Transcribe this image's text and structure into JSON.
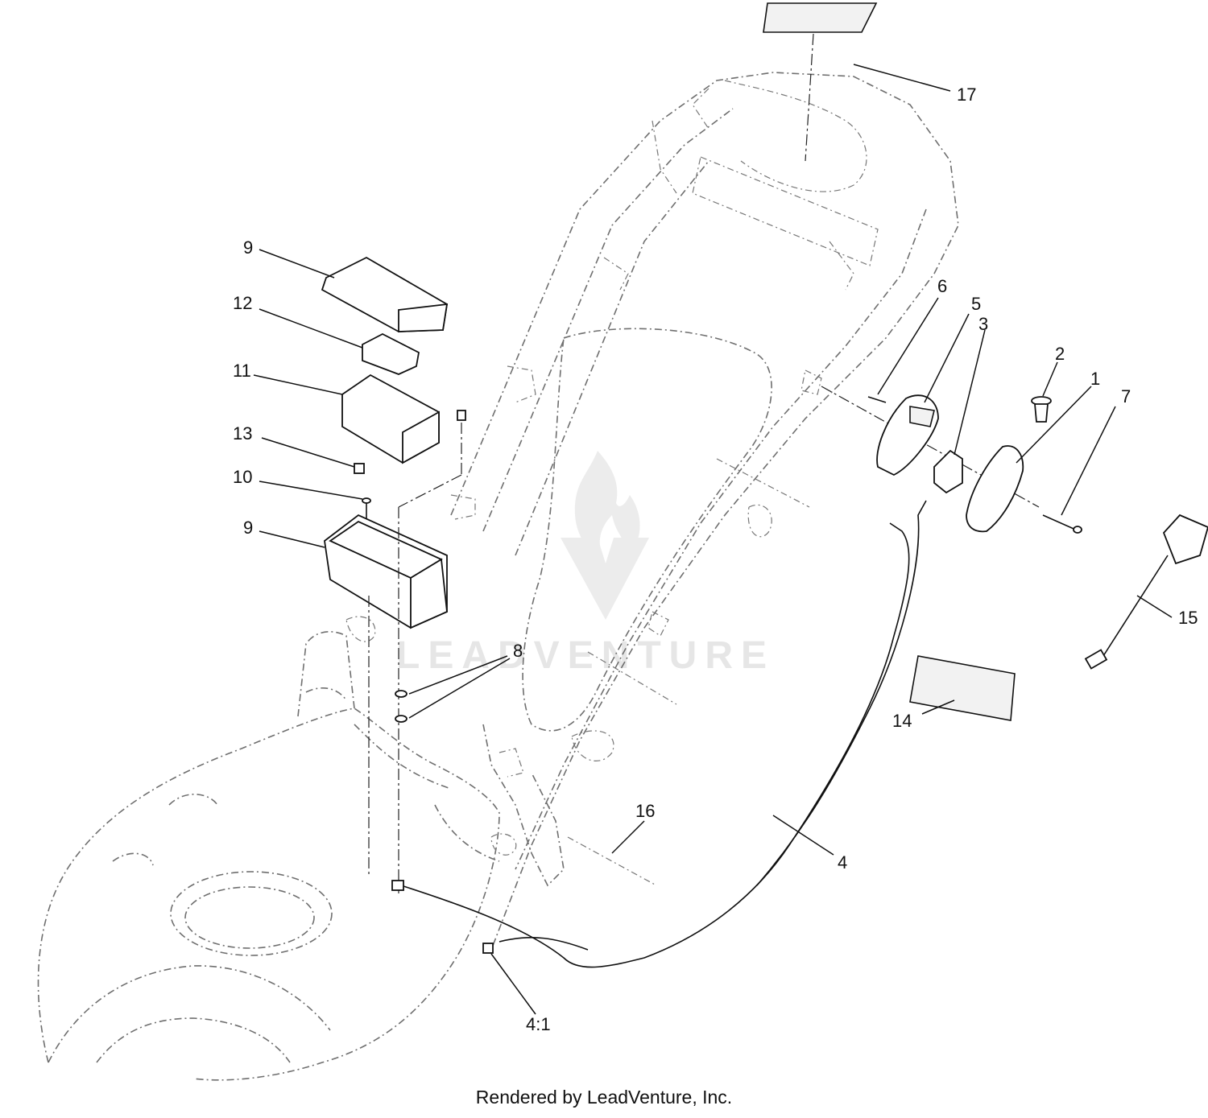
{
  "footer": "Rendered by LeadVenture, Inc.",
  "watermark": "LEADVENTURE",
  "callouts": [
    "17",
    "9",
    "12",
    "11",
    "13",
    "10",
    "9",
    "8",
    "6",
    "5",
    "3",
    "2",
    "1",
    "7",
    "15",
    "14",
    "16",
    "4",
    "4:1"
  ]
}
